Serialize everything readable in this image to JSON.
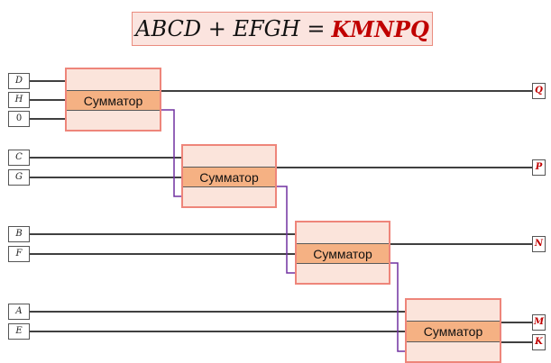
{
  "title": {
    "left_part": "ABCD + EFGH =",
    "result_part": "KMNPQ"
  },
  "colors": {
    "adder_fill": "#fbe4db",
    "adder_border": "#ee857a",
    "adder_core": "#f5b183",
    "carry_line": "#7030a0",
    "signal_line": "#000000",
    "output_text": "#c00000"
  },
  "inputs": [
    {
      "label": "D"
    },
    {
      "label": "H"
    },
    {
      "label": "0"
    },
    {
      "label": "C"
    },
    {
      "label": "G"
    },
    {
      "label": "B"
    },
    {
      "label": "F"
    },
    {
      "label": "A"
    },
    {
      "label": "E"
    }
  ],
  "adders": [
    {
      "label": "Сумматор"
    },
    {
      "label": "Сумматор"
    },
    {
      "label": "Сумматор"
    },
    {
      "label": "Сумматор"
    }
  ],
  "outputs": [
    {
      "label": "Q"
    },
    {
      "label": "P"
    },
    {
      "label": "N"
    },
    {
      "label": "M"
    },
    {
      "label": "K"
    }
  ]
}
